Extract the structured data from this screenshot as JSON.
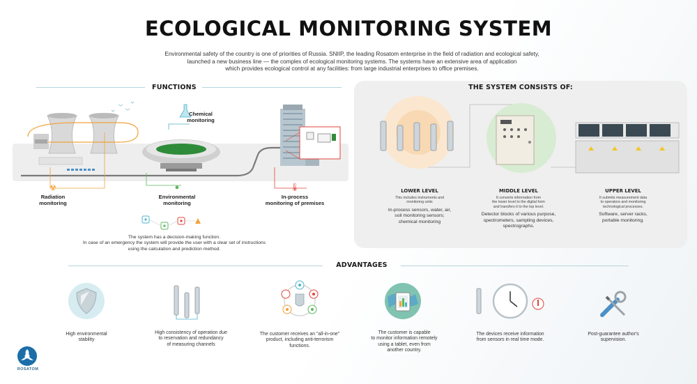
{
  "title": "ECOLOGICAL MONITORING SYSTEM",
  "intro": [
    "Environmental safety of the country is one of priorities of Russia. SNIIP, the leading Rosatom enterprise in the field of radiation and ecological safety,",
    "launched a new business line — the complex of ecological monitoring systems. The systems have an extensive area of application",
    "which provides ecological control at any facilities: from large industrial enterprises to office premises."
  ],
  "functions": {
    "heading": "FUNCTIONS",
    "chemical": [
      "Chemical",
      "monitoring"
    ],
    "radiation": [
      "Radiation",
      "monitoring"
    ],
    "environmental": [
      "Environmental",
      "monitoring"
    ],
    "inprocess": [
      "In-process",
      "monitoring of premises"
    ],
    "decision": [
      "The system has a decision-making function.",
      "In case of an emergency the system will provide the user with a clear set of instructions",
      "using the calculation and prediction method."
    ]
  },
  "system": {
    "heading": "THE SYSTEM CONSISTS OF:",
    "levels": [
      {
        "title": "LOWER LEVEL",
        "desc": [
          "This includes instruments and",
          "monitoring units"
        ],
        "items": [
          "In-process sensors, water, air,",
          "soil monitoring sensors;",
          "chemical monitoring"
        ]
      },
      {
        "title": "MIDDLE LEVEL",
        "desc": [
          "It converts information from",
          "the lower level to the digital form",
          "and transfers it to the top level."
        ],
        "items": [
          "Detector blocks of various purpose,",
          "spectrometers, sampling devices,",
          "spectrographs."
        ]
      },
      {
        "title": "UPPER LEVEL",
        "desc": [
          "It submits measurement data",
          "to operators and monitoring",
          "technological processes."
        ],
        "items": [
          "Software, server racks,",
          "portable monitoring."
        ]
      }
    ]
  },
  "advantages": {
    "heading": "ADVANTAGES",
    "items": [
      {
        "icon": "shield-icon",
        "text": [
          "High environmental",
          "stability"
        ]
      },
      {
        "icon": "sensors-icon",
        "text": [
          "High consistency of operation due",
          "to reservation and redundancy",
          "of measuring channels"
        ]
      },
      {
        "icon": "all-in-one-icon",
        "text": [
          "The customer receives an \"all-in-one\"",
          "product, including anti-terrorism",
          "functions."
        ]
      },
      {
        "icon": "tablet-globe-icon",
        "text": [
          "The customer is capable",
          "to monitor information remotely",
          "using a tablet, even from",
          "another country."
        ]
      },
      {
        "icon": "clock-sensors-icon",
        "text": [
          "The devices receive information",
          "from sensors in real time mode."
        ]
      },
      {
        "icon": "wrench-screwdriver-icon",
        "text": [
          "Post-guarantee author's",
          "supervision."
        ]
      }
    ]
  },
  "logo": {
    "text": "ROSATOM"
  },
  "colors": {
    "accent_teal": "#4fb3c9",
    "orange": "#f2a23a",
    "green": "#5cb85c",
    "red": "#e0443c",
    "panel": "#efefef"
  }
}
